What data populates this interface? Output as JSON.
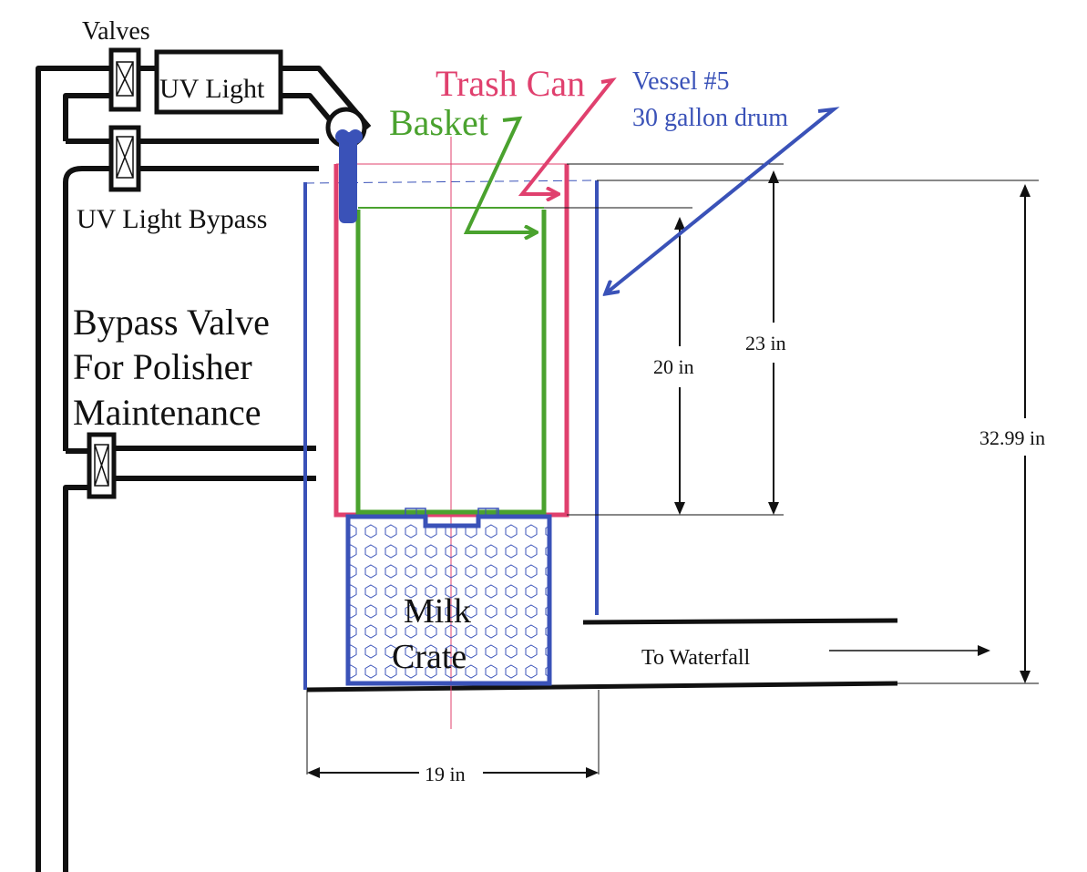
{
  "colors": {
    "pipe": "#111111",
    "trash_can": "#e0406e",
    "basket": "#4aa22e",
    "vessel": "#3a52b8",
    "centerline": "#e0406e",
    "crate_pattern": "#3a52b8"
  },
  "labels": {
    "valves": "Valves",
    "uv_light": "UV Light",
    "uv_light_bypass": "UV Light Bypass",
    "bypass_valve_line1": "Bypass Valve",
    "bypass_valve_line2": "For Polisher",
    "bypass_valve_line3": "Maintenance",
    "trash_can": "Trash Can",
    "basket": "Basket",
    "vessel_line1": "Vessel #5",
    "vessel_line2": "30 gallon drum",
    "milk_crate_line1": "Milk",
    "milk_crate_line2": "Crate",
    "to_waterfall": "To Waterfall"
  },
  "dimensions": {
    "basket_height": "20 in",
    "trash_can_height": "23 in",
    "vessel_height": "32.99 in",
    "vessel_width": "19 in"
  },
  "icons": {
    "valve": "valve-icon",
    "uv_light": "uv-lamp-icon",
    "spray_nozzle": "nozzle-icon",
    "arrow": "arrow-icon"
  }
}
